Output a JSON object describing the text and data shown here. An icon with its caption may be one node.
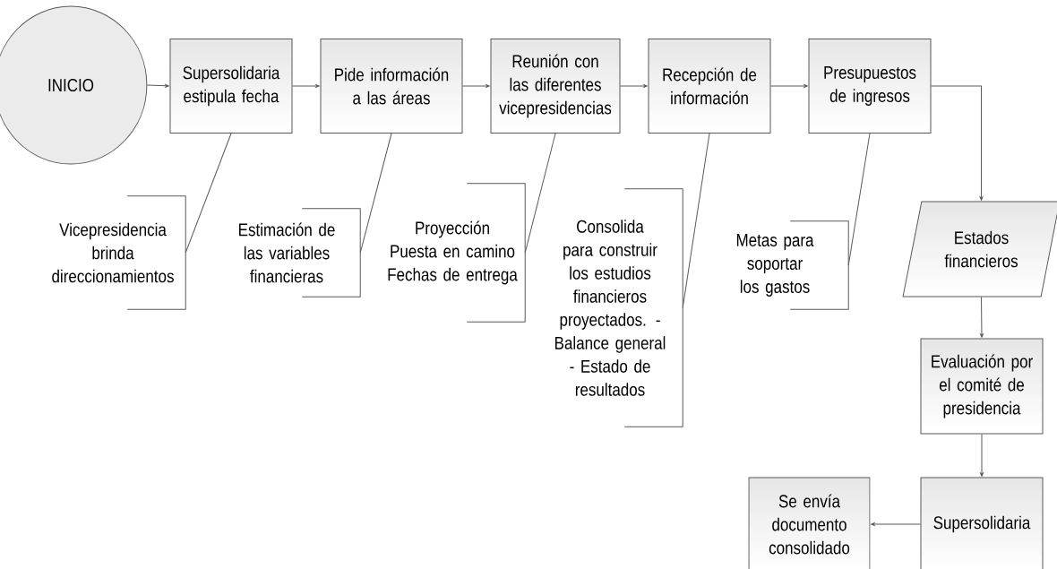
{
  "diagram": {
    "nodes": [
      {
        "text": [
          "INICIO"
        ]
      },
      {
        "text": [
          "Supersolidaria estipula fecha"
        ]
      },
      {
        "text": [
          "Pide información a las áreas"
        ]
      },
      {
        "text": [
          "Reunión con las diferentes vicepresidencias"
        ]
      },
      {
        "text": [
          "Recepción de información"
        ]
      },
      {
        "text": [
          "Presupuestos de ingresos"
        ]
      },
      {
        "text": [
          "Estados financieros"
        ]
      },
      {
        "text": [
          "Evaluación por el comité de presidencia"
        ]
      },
      {
        "text": [
          "Supersolidaria"
        ]
      },
      {
        "text": [
          "Se envía documento consolidado"
        ]
      },
      {
        "text": [
          "Vicepresidencia brinda direccionamientos"
        ]
      },
      {
        "text": [
          "Estimación de las variables financieras"
        ]
      },
      {
        "text": [
          "Proyección Puesta en camino Fechas de entrega"
        ]
      },
      {
        "text": [
          "Consolida para construir los estudios financieros proyectados. - Balance general - Estado de resultados"
        ]
      },
      {
        "text": [
          "Metas para soportar los gastos"
        ]
      }
    ],
    "edges": [
      {
        "from": 0,
        "to": 1,
        "arrow": "to"
      },
      {
        "from": 1,
        "to": 2,
        "arrow": "to"
      },
      {
        "from": 2,
        "to": 3,
        "arrow": "to"
      },
      {
        "from": 3,
        "to": 4,
        "arrow": "to"
      },
      {
        "from": 4,
        "to": 5,
        "arrow": "to"
      },
      {
        "from": 5,
        "to": 6,
        "arrow": "to"
      },
      {
        "from": 6,
        "to": 7,
        "arrow": "to"
      },
      {
        "from": 7,
        "to": 8,
        "arrow": "to"
      },
      {
        "from": 8,
        "to": 9,
        "arrow": "to"
      },
      {
        "from": 10,
        "to": 1,
        "arrow": "none"
      },
      {
        "from": 11,
        "to": 2,
        "arrow": "none"
      },
      {
        "from": 12,
        "to": 3,
        "arrow": "none"
      },
      {
        "from": 13,
        "to": 4,
        "arrow": "none"
      },
      {
        "from": 14,
        "to": 5,
        "arrow": "none"
      }
    ]
  }
}
